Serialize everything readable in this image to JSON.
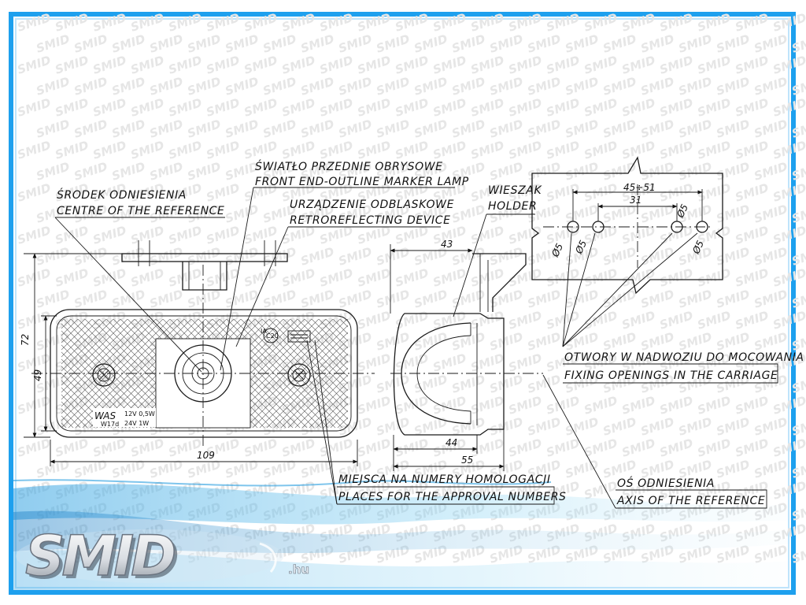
{
  "watermark": "SMID",
  "logo": {
    "name": "SMID",
    "tld": ".hu"
  },
  "labels": {
    "marker_lamp_pl": "ŚWIATŁO PRZEDNIE OBRYSOWE",
    "marker_lamp_en": "FRONT END-OUTLINE MARKER LAMP",
    "centre_ref_pl": "ŚRODEK ODNIESIENIA",
    "centre_ref_en": "CENTRE OF THE REFERENCE",
    "retro_pl": "URZĄDZENIE ODBLASKOWE",
    "retro_en": "RETROREFLECTING DEVICE",
    "holder_pl": "WIESZAK",
    "holder_en": "HOLDER",
    "fixing_pl": "OTWORY W NADWOZIU DO MOCOWANIA",
    "fixing_en": "FIXING OPENINGS IN THE CARRIAGE",
    "approval_pl": "MIEJSCA NA NUMERY HOMOLOGACJI",
    "approval_en": "PLACES FOR THE APPROVAL NUMBERS",
    "axis_pl": "OŚ ODNIESIENIA",
    "axis_en": "AXIS OF THE REFERENCE"
  },
  "dimensions": {
    "width_109": "109",
    "height_72": "72",
    "height_49": "49",
    "depth_43": "43",
    "depth_44": "44",
    "depth_55": "55",
    "span_45_51": "45÷51",
    "span_31": "31",
    "hole_d5_a": "Ø5",
    "hole_d5_b": "Ø5",
    "hole_d5_c": "Ø5",
    "hole_d5_d": "Ø5"
  },
  "lamp_marking": {
    "was": "WAS",
    "bulb": "W17d",
    "rating1": "12V 0,5W",
    "rating2": "24V 1W",
    "approval_mark": "C20",
    "ia": "IA"
  }
}
